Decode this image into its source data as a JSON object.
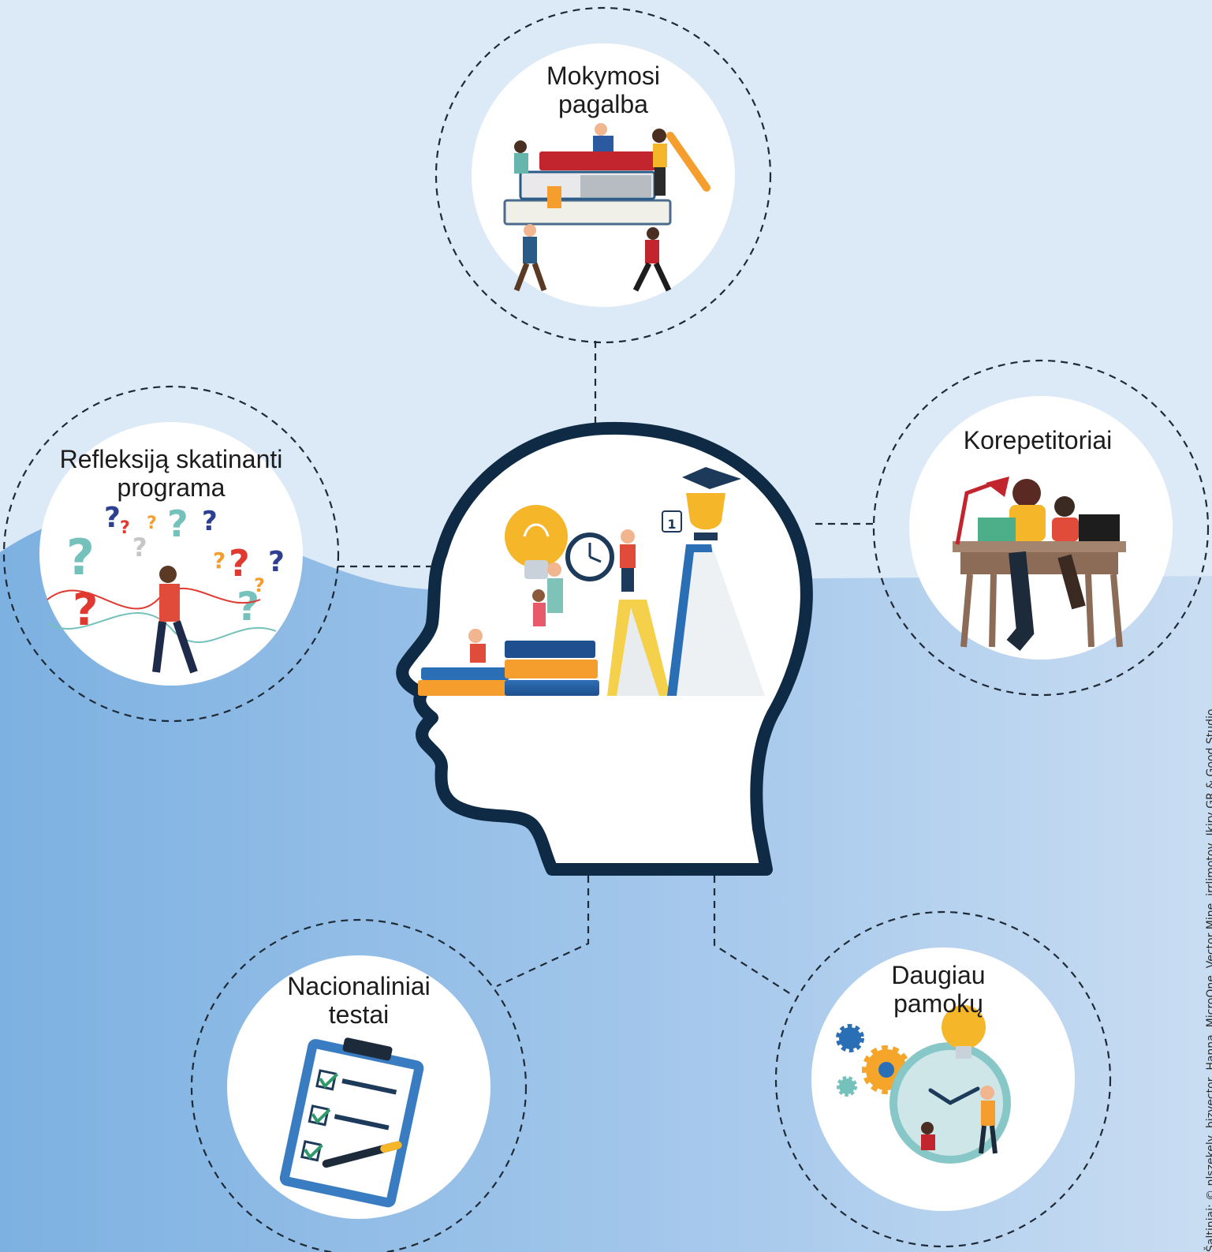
{
  "nodes": [
    {
      "id": "mokymosi-pagalba",
      "lines": [
        "Mokymosi",
        "pagalba"
      ]
    },
    {
      "id": "korepetitoriai",
      "lines": [
        "Korepetitoriai"
      ]
    },
    {
      "id": "refleksija",
      "lines": [
        "Refleksiją skatinanti",
        "programa"
      ]
    },
    {
      "id": "nacionaliniai-testai",
      "lines": [
        "Nacionaliniai",
        "testai"
      ]
    },
    {
      "id": "daugiau-pamoku",
      "lines": [
        "Daugiau",
        "pamokų"
      ]
    }
  ],
  "head": {
    "calendar_day": "1"
  },
  "illustrations": {
    "mokymosi-pagalba": "stacked-books-people-icon",
    "korepetitoriai": "tutor-desk-icon",
    "refleksija": "question-marks-icon",
    "nacionaliniai-testai": "clipboard-checklist-icon",
    "daugiau-pamoku": "clock-gears-icon",
    "head": "head-books-trophy-icon"
  },
  "credit": "Šaltiniai: © nlszekely, bizvector, Hanna, MicroOne, Vector Mine, irrlimotov, Ikiry GR & Good Studio.",
  "colors": {
    "sky": "#dce9f6",
    "wave": "#7fb2e0",
    "head_outline": "#0f2a44",
    "dash": "#1e2a36"
  }
}
